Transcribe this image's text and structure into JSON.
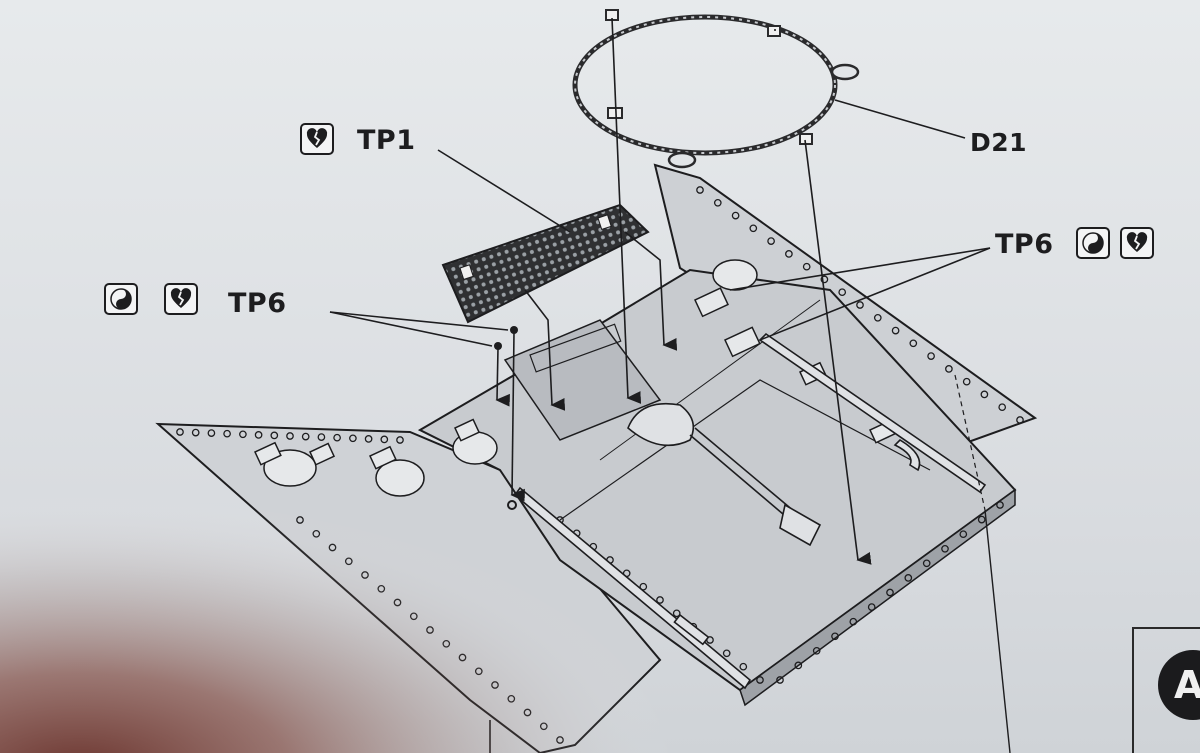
{
  "labels": {
    "tp1": "TP1",
    "tp6_left": "TP6",
    "tp6_right": "TP6",
    "d21": "D21",
    "corner_step": "A"
  },
  "icons": {
    "tp1_badge": "broken-heart-icon",
    "tp6_left_badges": [
      "yin-yang-icon",
      "broken-heart-icon"
    ],
    "tp6_right_badges": [
      "yin-yang-icon",
      "broken-heart-icon"
    ]
  },
  "colors": {
    "ink": "#1d1d1f",
    "paper": "#e2e5e8",
    "part_fill": "#c9ccd0",
    "mesh_fill": "#3a3a3c"
  }
}
